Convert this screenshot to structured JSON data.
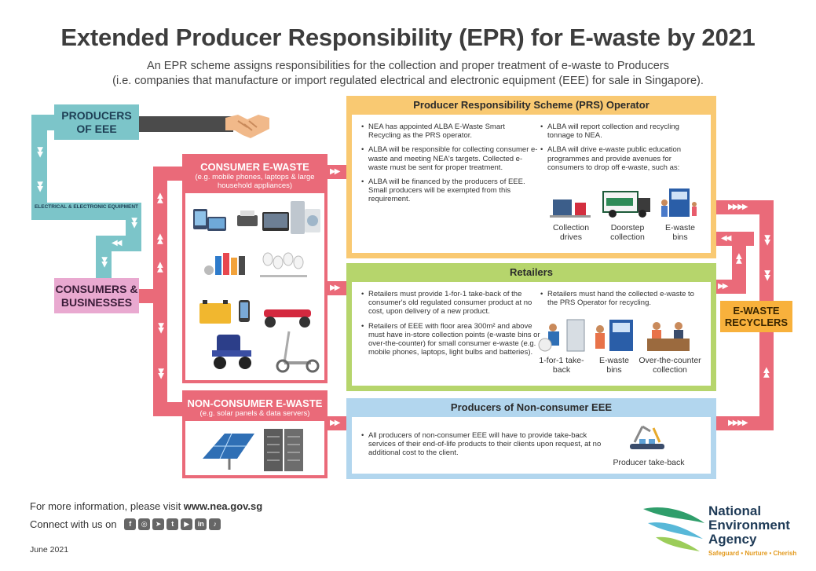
{
  "title": "Extended Producer Responsibility (EPR) for E-waste by 2021",
  "subtitle_line1": "An EPR scheme assigns responsibilities for the collection and proper treatment of e-waste to Producers",
  "subtitle_line2": "(i.e. companies that manufacture or import regulated electrical and electronic equipment (EEE) for sale in Singapore).",
  "nodes": {
    "producers": "PRODUCERS OF EEE",
    "consumers": "CONSUMERS & BUSINESSES",
    "recyclers": "E-WASTE RECYCLERS",
    "eee_label": "ELECTRICAL & ELECTRONIC EQUIPMENT"
  },
  "consumer_ewaste": {
    "heading": "CONSUMER E-WASTE",
    "subheading": "(e.g. mobile phones, laptops & large household appliances)"
  },
  "nonconsumer_ewaste": {
    "heading": "NON-CONSUMER E-WASTE",
    "subheading": "(e.g. solar panels & data servers)"
  },
  "prs": {
    "heading": "Producer Responsibility Scheme (PRS) Operator",
    "left_bullets": [
      "NEA has appointed ALBA E-Waste Smart Recycling as the PRS operator.",
      "ALBA will be responsible for collecting consumer e-waste and meeting NEA's targets. Collected e-waste must be sent for proper treatment.",
      "ALBA will be financed by the producers of EEE. Small producers will be exempted from this requirement."
    ],
    "right_bullets": [
      "ALBA will report collection and recycling tonnage to NEA.",
      "ALBA will drive e-waste public education programmes and provide avenues for consumers to drop off e-waste, such as:"
    ],
    "captions": [
      "Collection drives",
      "Doorstep collection",
      "E-waste bins"
    ]
  },
  "retailers": {
    "heading": "Retailers",
    "left_bullets": [
      "Retailers must provide 1-for-1 take-back of the consumer's old regulated consumer product at no cost, upon delivery of a new product.",
      "Retailers of EEE with floor area 300m² and above must have in-store collection points (e-waste bins or over-the-counter) for small consumer e-waste (e.g. mobile phones, laptops, light bulbs and batteries)."
    ],
    "right_bullets": [
      "Retailers must hand the collected e-waste to the PRS Operator for recycling."
    ],
    "captions": [
      "1-for-1 take-back",
      "E-waste bins",
      "Over-the-counter collection"
    ]
  },
  "nonconsumer_producers": {
    "heading": "Producers of Non-consumer EEE",
    "bullets": [
      "All producers of non-consumer EEE will have to provide take-back services of their end-of-life products to their clients upon request, at no additional cost to the client."
    ],
    "caption": "Producer take-back"
  },
  "footer": {
    "info_prefix": "For more information, please visit ",
    "info_url": "www.nea.gov.sg",
    "connect": "Connect with us on",
    "date": "June 2021"
  },
  "logo": {
    "line1": "National",
    "line2": "Environment",
    "line3": "Agency",
    "tagline": "Safeguard • Nurture • Cherish"
  },
  "colors": {
    "teal": "#7cc5c9",
    "pink": "#ea6a79",
    "prs_orange": "#f9c972",
    "retail_green": "#b6d56c",
    "nonconsumer_blue": "#b2d6ee",
    "recyclers_orange": "#f8b13c"
  }
}
